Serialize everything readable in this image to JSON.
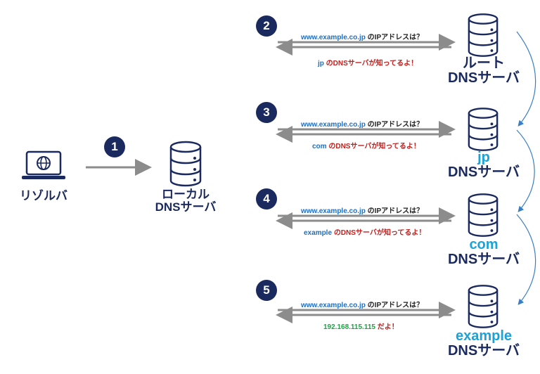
{
  "resolver": {
    "label": "リゾルバ"
  },
  "local_server": {
    "line1": "ローカル",
    "line2": "DNSサーバ"
  },
  "steps": [
    {
      "num": "1"
    },
    {
      "num": "2",
      "query_host": "www.example.co.jp",
      "query_rest": "のIPアドレスは？",
      "answer_key": "jp",
      "answer_rest": "のDNSサーバが知ってるよ！"
    },
    {
      "num": "3",
      "query_host": "www.example.co.jp",
      "query_rest": "のIPアドレスは？",
      "answer_key": "com",
      "answer_rest": "のDNSサーバが知ってるよ！"
    },
    {
      "num": "4",
      "query_host": "www.example.co.jp",
      "query_rest": "のIPアドレスは？",
      "answer_key": "example",
      "answer_rest": "のDNSサーバが知ってるよ！"
    },
    {
      "num": "5",
      "query_host": "www.example.co.jp",
      "query_rest": "のIPアドレスは？",
      "answer_ip": "192.168.115.115",
      "answer_rest": "だよ！"
    }
  ],
  "servers": [
    {
      "line1": "ルート",
      "line2": "DNSサーバ"
    },
    {
      "line1": "jp",
      "line2": "DNSサーバ"
    },
    {
      "line1": "com",
      "line2": "DNSサーバ"
    },
    {
      "line1": "example",
      "line2": "DNSサーバ"
    }
  ],
  "colors": {
    "navy": "#1b2a5e",
    "accent": "#1aa3d9",
    "host_blue": "#1f6fbf",
    "answer_red": "#c0211f",
    "ip_green": "#21a046",
    "arrow_gray": "#8c8c8c"
  }
}
